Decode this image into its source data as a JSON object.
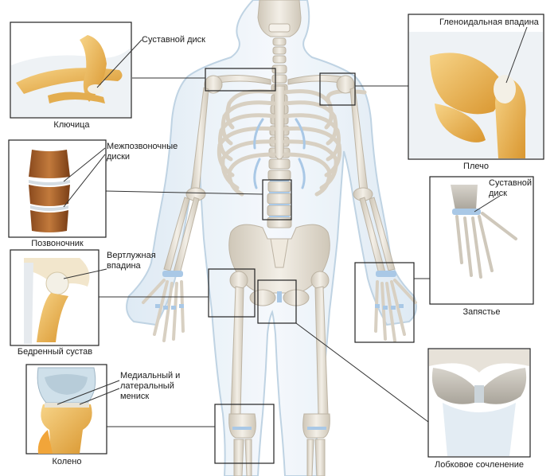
{
  "labels": {
    "clavicle": "Ключица",
    "articular_disc_1": "Суставной диск",
    "glenoid": "Гленоидальная впадина",
    "shoulder": "Плечо",
    "intervertebral_1": "Межпозвоночные",
    "intervertebral_2": "диски",
    "spine": "Позвоночник",
    "articular_disc_2a": "Суставной",
    "articular_disc_2b": "диск",
    "wrist": "Запястье",
    "acetabulum_1": "Вертлужная",
    "acetabulum_2": "впадина",
    "hip_joint": "Бедренный сустав",
    "meniscus_1": "Медиальный и",
    "meniscus_2": "латеральный",
    "meniscus_3": "мениск",
    "knee": "Колено",
    "pubic": "Лобковое сочленение"
  },
  "colors": {
    "body_outline": "#b9cfe0",
    "body_fill": "#eef5fb",
    "bone": "#e4ded2",
    "bone_shadow": "#c9c1b2",
    "cartilage": "#a9c8e6",
    "inset_bone": "#f2c46a",
    "inset_bone_dark": "#d89a36",
    "box_stroke": "#222222",
    "leader": "#333333"
  }
}
